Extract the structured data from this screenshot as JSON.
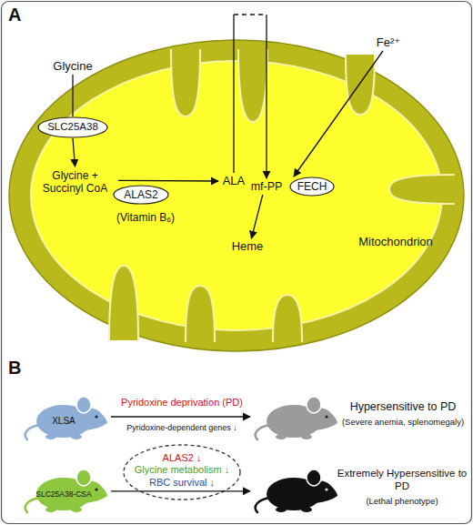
{
  "diagram": {
    "nodes": [
      {
        "text": [
          "Glycine"
        ]
      },
      {
        "text": [
          "Fe²⁺"
        ]
      },
      {
        "text": [
          "Mitochondrion"
        ]
      },
      {
        "text": [
          "SLC25A38"
        ],
        "in": 2
      },
      {
        "text": [
          "Glycine + Succinyl CoA"
        ],
        "in": 2
      },
      {
        "text": [
          "ALAS2"
        ],
        "in": 2
      },
      {
        "text": [
          "ALA"
        ],
        "in": 2
      },
      {
        "text": [
          "mf-PP"
        ],
        "in": 2
      },
      {
        "text": [
          "FECH"
        ],
        "in": 2
      },
      {
        "text": [
          "Heme"
        ],
        "in": 2
      },
      {
        "text": [
          "XLSA"
        ]
      },
      {
        "text": [
          "Hypersensitive to PD",
          "(Severe anemia, splenomegaly)"
        ]
      },
      {
        "text": [
          "SLC25A38-CSA"
        ]
      },
      {
        "text": [
          "ALAS2 ↓",
          "Glycine metabolism ↓",
          "RBC survival ↓"
        ]
      },
      {
        "text": [
          "Extremely Hypersensitive to PD",
          "(Lethal phenotype)"
        ]
      }
    ],
    "edges": [
      {
        "from": 0,
        "to": 3,
        "arrow": "none"
      },
      {
        "from": 3,
        "to": 4,
        "arrow": "to"
      },
      {
        "from": 4,
        "to": 6,
        "arrow": "to"
      },
      {
        "from": 6,
        "to": 7,
        "arrow": "to"
      },
      {
        "from": 1,
        "to": 8,
        "arrow": "to"
      },
      {
        "from": 7,
        "to": 9,
        "arrow": "to"
      },
      {
        "from": 10,
        "to": 11,
        "label": "Pyridoxine deprivation (PD)",
        "arrow": "to"
      },
      {
        "from": 12,
        "to": 14,
        "arrow": "to"
      }
    ],
    "labels": [
      "A",
      "(Vitamin B₆)",
      "B",
      "Pyridoxine-dependent genes ↓"
    ]
  }
}
